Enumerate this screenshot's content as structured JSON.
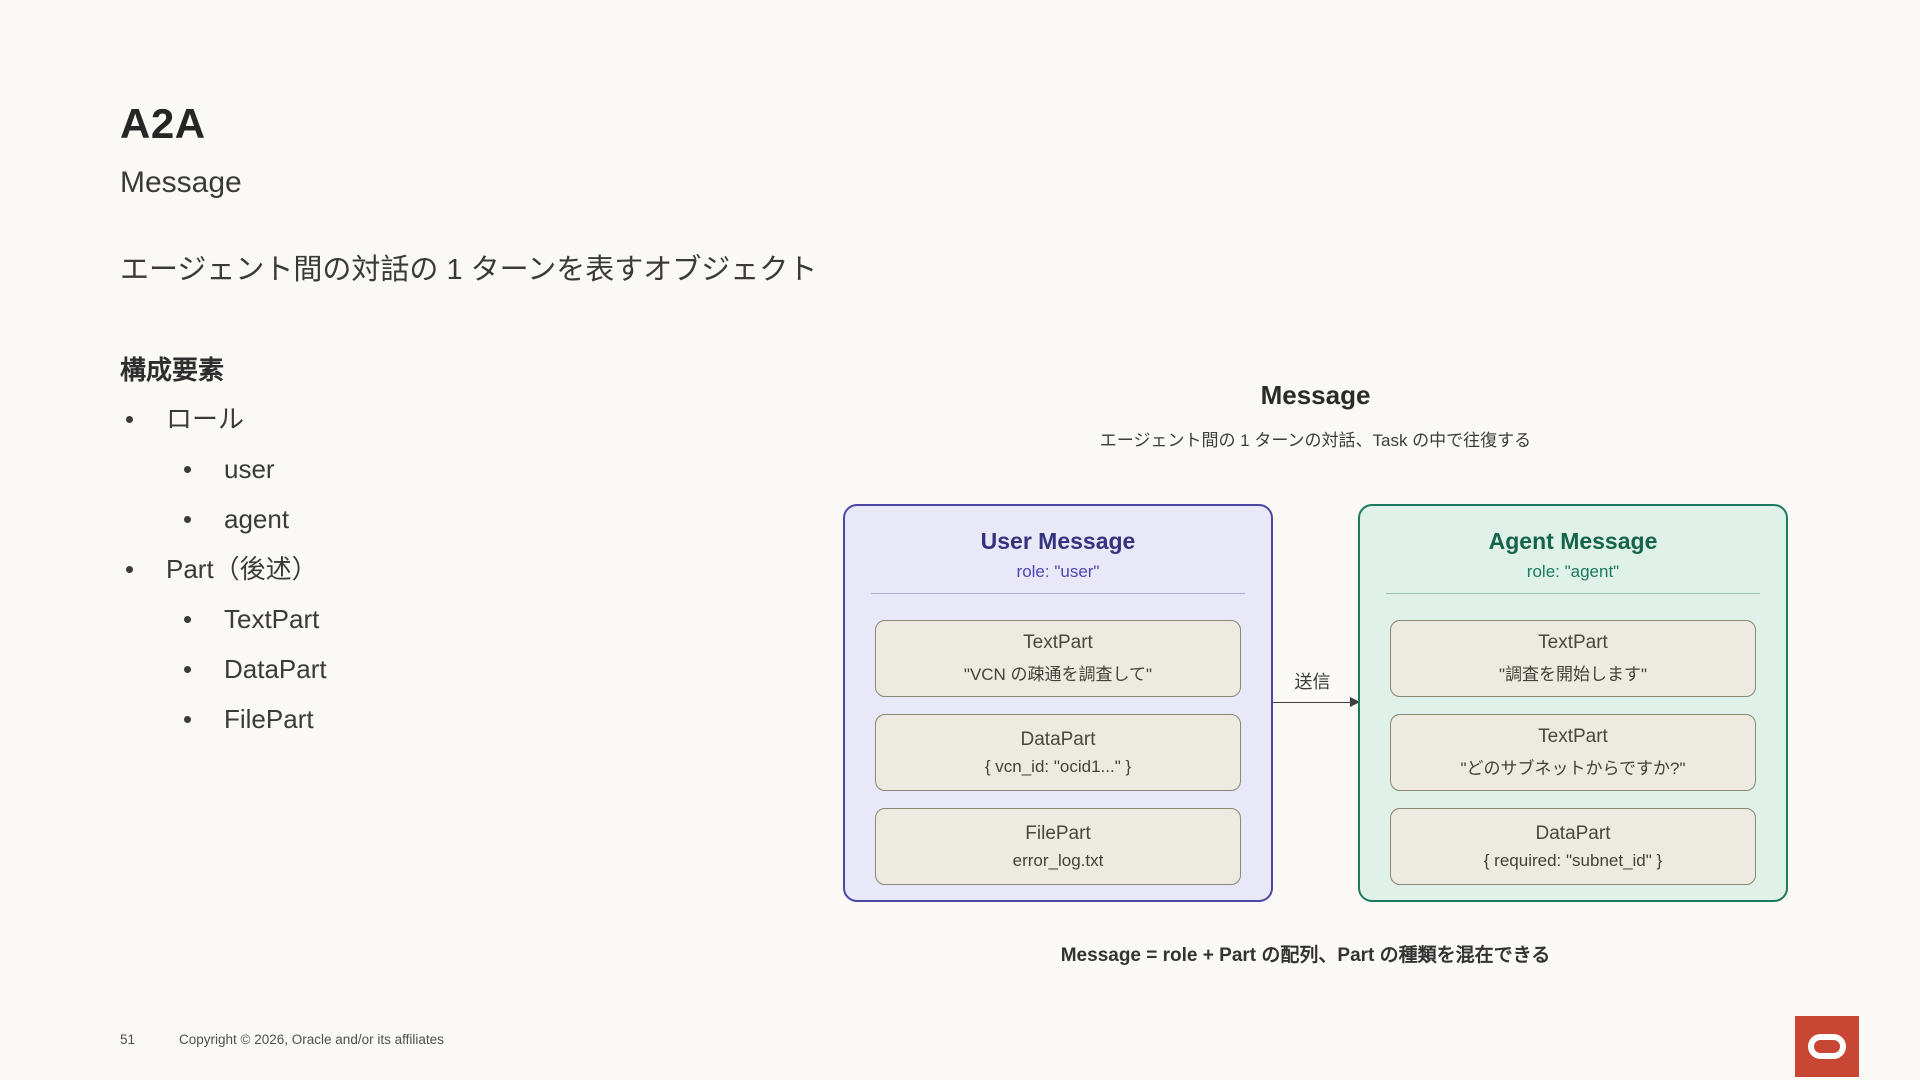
{
  "slide": {
    "title": "A2A",
    "subtitle": "Message",
    "lead": "エージェント間の対話の 1 ターンを表すオブジェクト",
    "section_heading": "構成要素",
    "bullets": [
      {
        "level": 1,
        "label": "ロール"
      },
      {
        "level": 2,
        "label": "user"
      },
      {
        "level": 2,
        "label": "agent"
      },
      {
        "level": 1,
        "label": "Part（後述）"
      },
      {
        "level": 2,
        "label": "TextPart"
      },
      {
        "level": 2,
        "label": "DataPart"
      },
      {
        "level": 2,
        "label": "FilePart"
      }
    ]
  },
  "diagram": {
    "title": "Message",
    "subtitle": "エージェント間の 1 ターンの対話、Task の中で往復する",
    "user_box": {
      "title": "User Message",
      "role": "role: \"user\"",
      "parts": [
        {
          "name": "TextPart",
          "value": "\"VCN の疎通を調査して\""
        },
        {
          "name": "DataPart",
          "value": "{ vcn_id: \"ocid1...\" }"
        },
        {
          "name": "FilePart",
          "value": "error_log.txt"
        }
      ]
    },
    "arrow_label": "送信",
    "agent_box": {
      "title": "Agent Message",
      "role": "role: \"agent\"",
      "parts": [
        {
          "name": "TextPart",
          "value": "\"調査を開始します\""
        },
        {
          "name": "TextPart",
          "value": "\"どのサブネットからですか?\""
        },
        {
          "name": "DataPart",
          "value": "{ required: \"subnet_id\" }"
        }
      ]
    },
    "caption": "Message = role + Part の配列、Part の種類を混在できる"
  },
  "footer": {
    "page_number": "51",
    "copyright": "Copyright © 2026, Oracle and/or its affiliates"
  },
  "colors": {
    "background": "#faf9f6",
    "user_accent": "#4e46a5",
    "user_bg": "#e9e8f8",
    "agent_accent": "#1e7a5e",
    "agent_bg": "#dff1e9",
    "part_bg": "#edeae1",
    "part_border": "#8a8772",
    "oracle_red": "#c74634"
  }
}
